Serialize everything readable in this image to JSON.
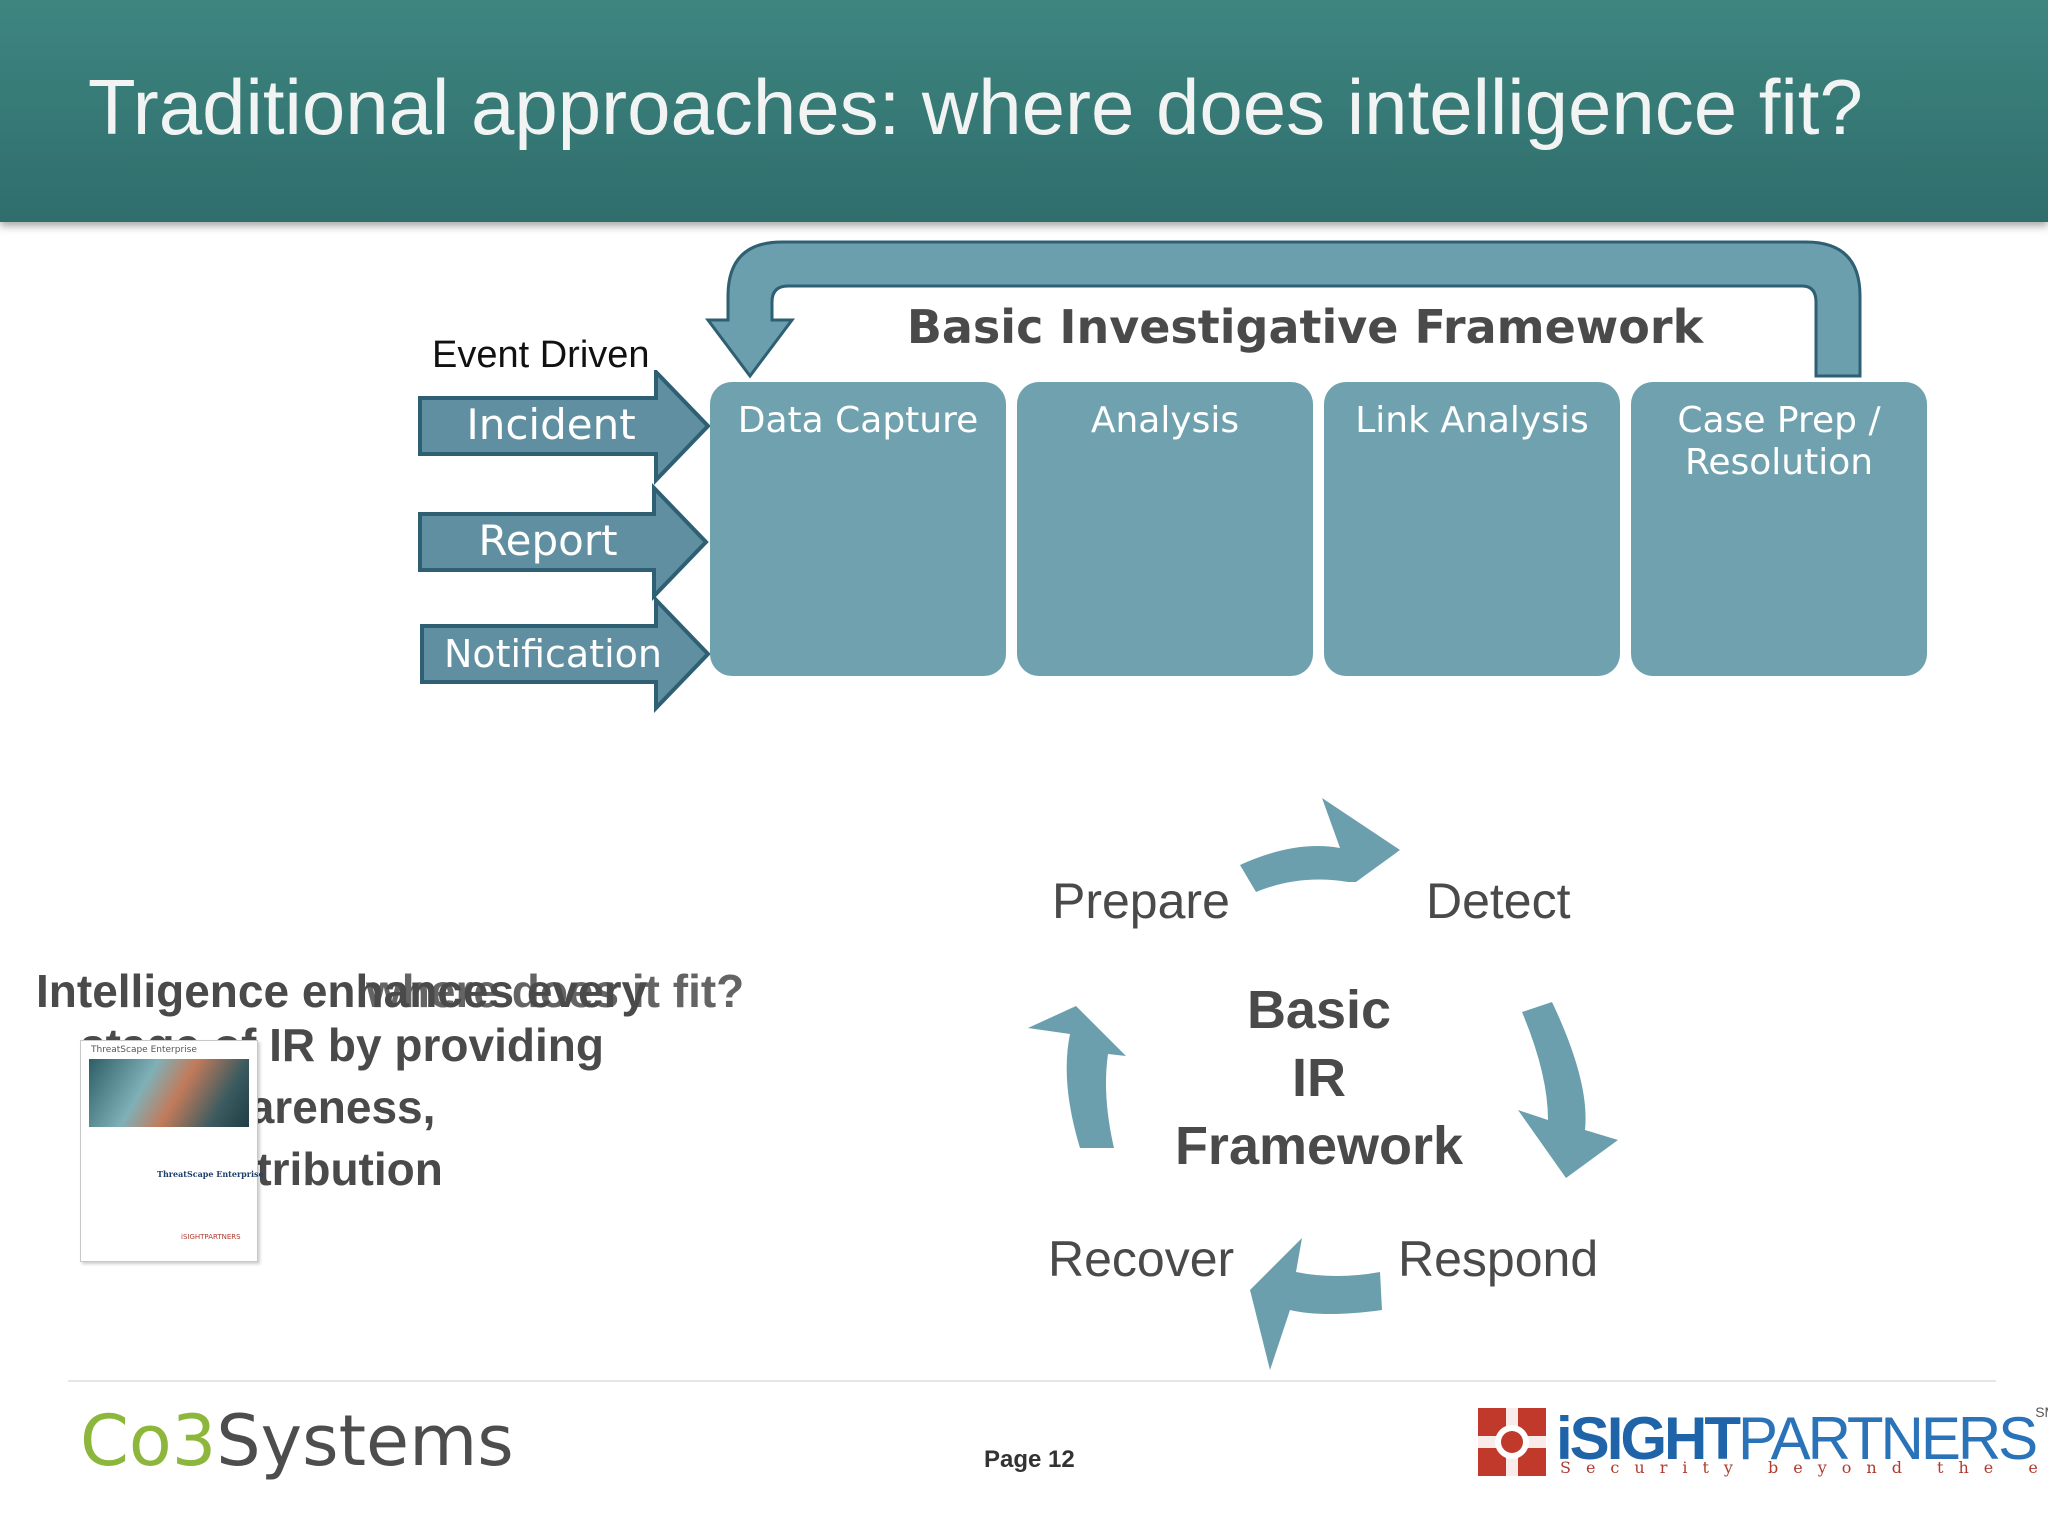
{
  "slide": {
    "title": "Traditional approaches: where does intelligence fit?",
    "page": "Page 12"
  },
  "framework": {
    "title": "Basic Investigative Framework",
    "inputs_heading": "Event Driven",
    "inputs": [
      "Incident",
      "Report",
      "Notification"
    ],
    "stages": [
      "Data Capture",
      "Analysis",
      "Link Analysis",
      "Case Prep /\nResolution"
    ]
  },
  "ir_cycle": {
    "center_lines": [
      "Basic",
      "IR",
      "Framework"
    ],
    "phases": [
      "Prepare",
      "Detect",
      "Respond",
      "Recover"
    ]
  },
  "left_text": {
    "line1": "Intelligence enhances every",
    "line1_overlap": "where does it fit?",
    "line2": "stage of IR by providing",
    "line3": "onal awareness,",
    "line4": "t, and attribution"
  },
  "thumbnail": {
    "header": "ThreatScape Enterprise",
    "mid": "ThreatScape Enterprise",
    "footer": "iSIGHTPARTNERS"
  },
  "footer": {
    "co3_logo": {
      "part1": "Co3",
      "part2": "Systems"
    },
    "isight_logo": {
      "bold": "iSIGHT",
      "light": "PARTNERS",
      "sm": "SM",
      "tagline": "Security beyond the edge"
    }
  },
  "colors": {
    "header": "#3a7c78",
    "stage_fill": "#6fa2ae",
    "arrow_fill": "#5f8fa0",
    "cycle_arrow": "#6b9fae",
    "text_dark": "#4a4a4a",
    "co3_green": "#8db63c",
    "isight_red": "#c0392b",
    "isight_blue": "#1f63a8"
  }
}
